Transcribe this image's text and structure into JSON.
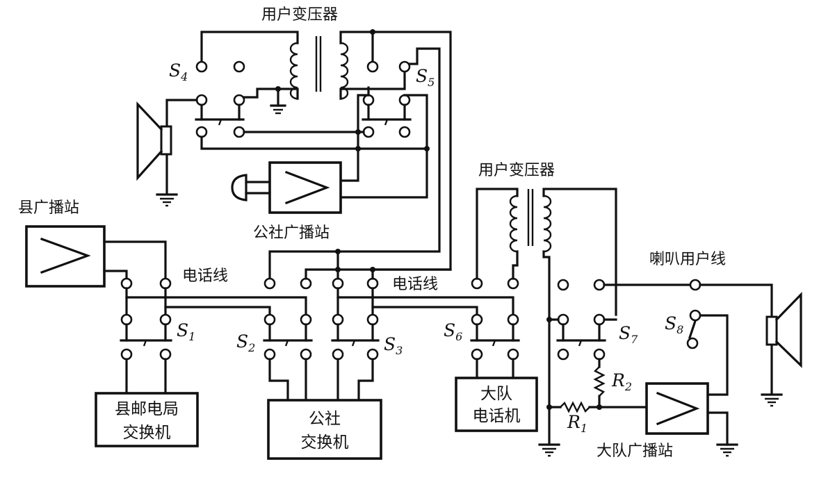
{
  "labels": {
    "user_transformer_top": "用户变压器",
    "user_transformer_right": "用户变压器",
    "county_station": "县广播站",
    "commune_station": "公社广播站",
    "phone_line_left": "电话线",
    "phone_line_right": "电话线",
    "speaker_user_line": "喇叭用户线",
    "brigade_station": "大队广播站"
  },
  "boxes": {
    "county_post_exchange": [
      "县邮电局",
      "交换机"
    ],
    "commune_exchange": [
      "公社",
      "交换机"
    ],
    "brigade_phone": [
      "大队",
      "电话机"
    ]
  },
  "switches": {
    "s1": {
      "letter": "S",
      "sub": "1"
    },
    "s2": {
      "letter": "S",
      "sub": "2"
    },
    "s3": {
      "letter": "S",
      "sub": "3"
    },
    "s4": {
      "letter": "S",
      "sub": "4"
    },
    "s5": {
      "letter": "S",
      "sub": "5"
    },
    "s6": {
      "letter": "S",
      "sub": "6"
    },
    "s7": {
      "letter": "S",
      "sub": "7"
    },
    "s8": {
      "letter": "S",
      "sub": "8"
    }
  },
  "resistors": {
    "r1": {
      "letter": "R",
      "sub": "1"
    },
    "r2": {
      "letter": "R",
      "sub": "2"
    }
  },
  "icons": [
    "amplifier-icon",
    "loudspeaker-icon",
    "ground-icon",
    "transformer-icon",
    "microphone-icon",
    "resistor-icon"
  ]
}
